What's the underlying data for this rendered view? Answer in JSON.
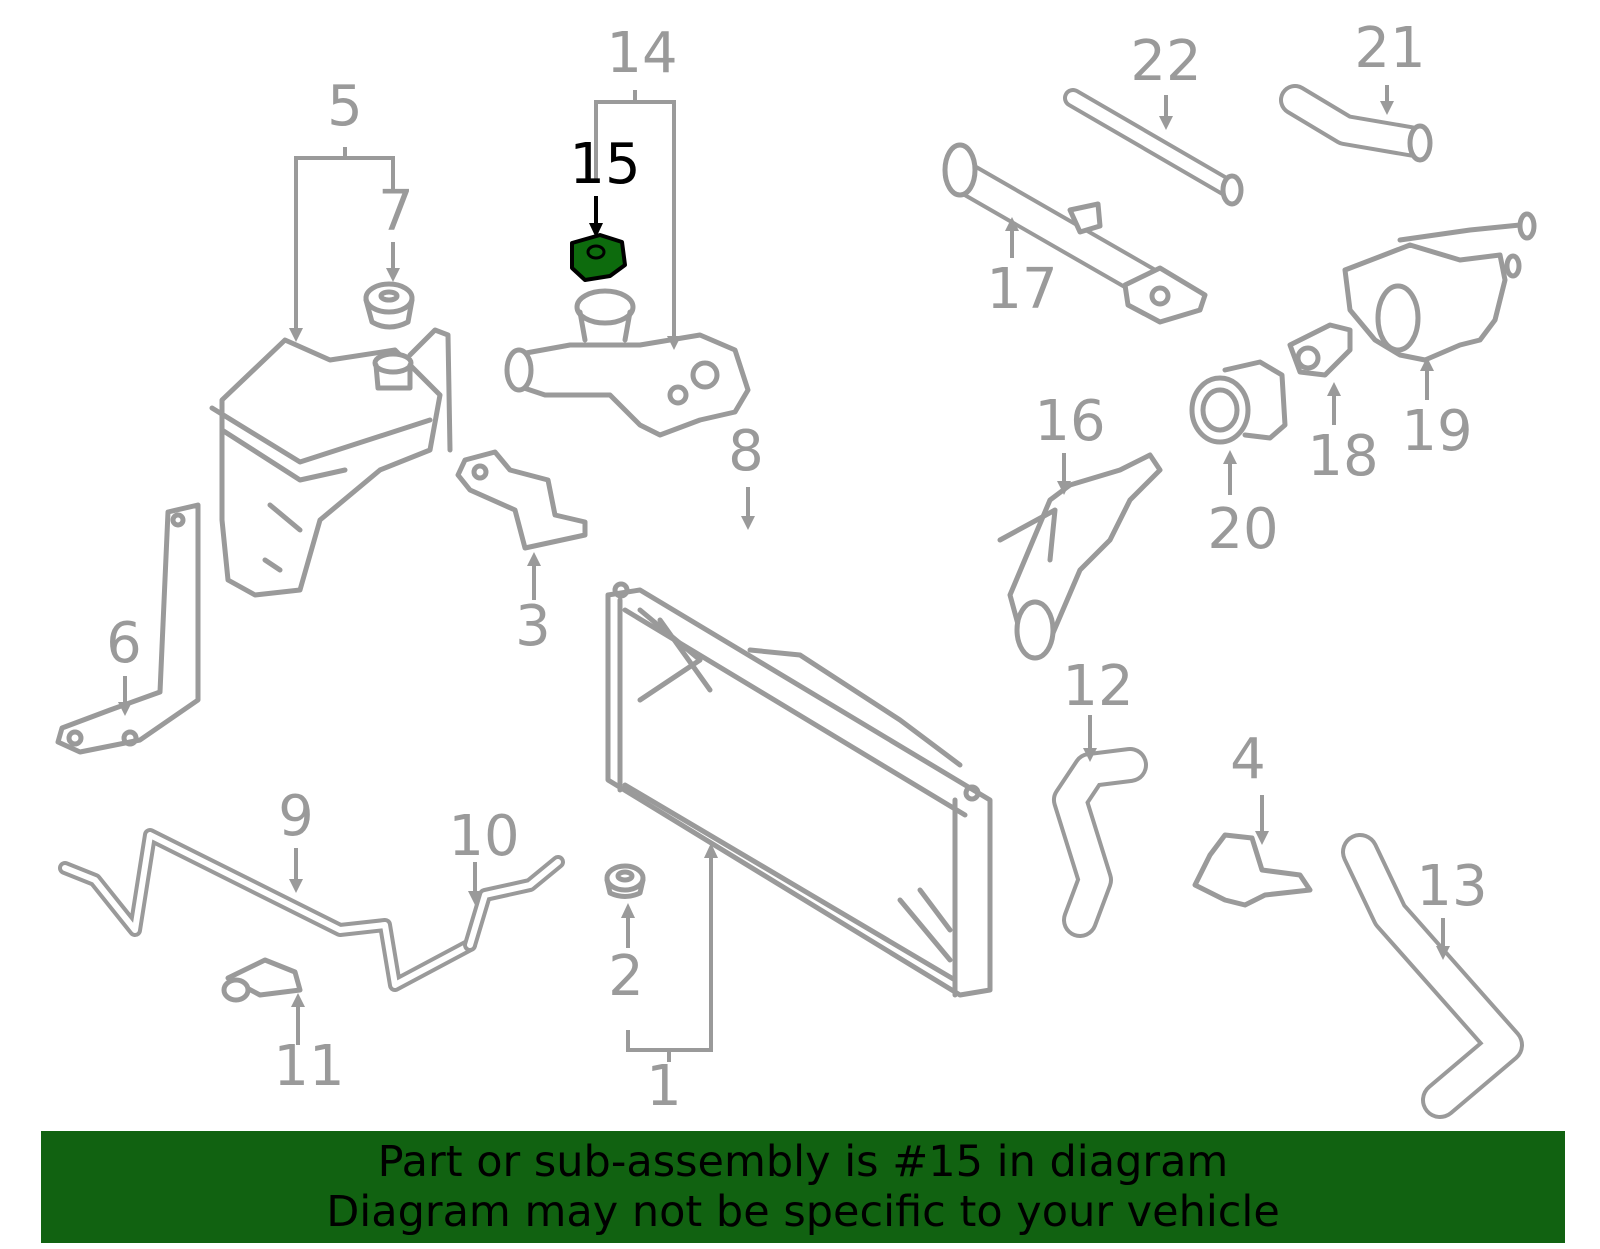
{
  "diagram": {
    "callouts": [
      "1",
      "2",
      "3",
      "4",
      "5",
      "6",
      "7",
      "8",
      "9",
      "10",
      "11",
      "12",
      "13",
      "14",
      "15",
      "16",
      "17",
      "18",
      "19",
      "20",
      "21",
      "22"
    ],
    "highlighted_part": "15",
    "colors": {
      "line": "#9a9a9a",
      "highlight": "#0d6b0d",
      "highlight_label": "#000000",
      "banner": "#116211"
    }
  },
  "banner": {
    "line1": "Part or sub-assembly is #15 in diagram",
    "line2": "Diagram may not be specific to your vehicle"
  }
}
